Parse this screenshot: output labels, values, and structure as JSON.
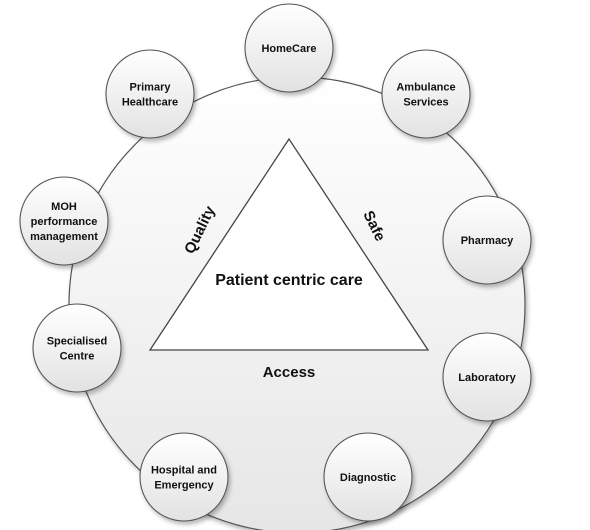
{
  "center": {
    "label": "Patient centric care"
  },
  "triangle_sides": {
    "left": "Quality",
    "right": "Safe",
    "bottom": "Access"
  },
  "nodes": [
    {
      "id": "homecare",
      "lines": [
        "HomeCare"
      ]
    },
    {
      "id": "ambulance-services",
      "lines": [
        "Ambulance",
        "Services"
      ]
    },
    {
      "id": "pharmacy",
      "lines": [
        "Pharmacy"
      ]
    },
    {
      "id": "laboratory",
      "lines": [
        "Laboratory"
      ]
    },
    {
      "id": "diagnostic",
      "lines": [
        "Diagnostic"
      ]
    },
    {
      "id": "hospital-and-emergency",
      "lines": [
        "Hospital and",
        "Emergency"
      ]
    },
    {
      "id": "specialised-centre",
      "lines": [
        "Specialised",
        "Centre"
      ]
    },
    {
      "id": "moh-performance-management",
      "lines": [
        "MOH",
        "performance",
        "management"
      ]
    },
    {
      "id": "primary-healthcare",
      "lines": [
        "Primary",
        "Healthcare"
      ]
    }
  ],
  "colors": {
    "fill_top": "#ffffff",
    "fill_bottom": "#e4e4e4",
    "stroke": "#555555",
    "text": "#111111"
  }
}
